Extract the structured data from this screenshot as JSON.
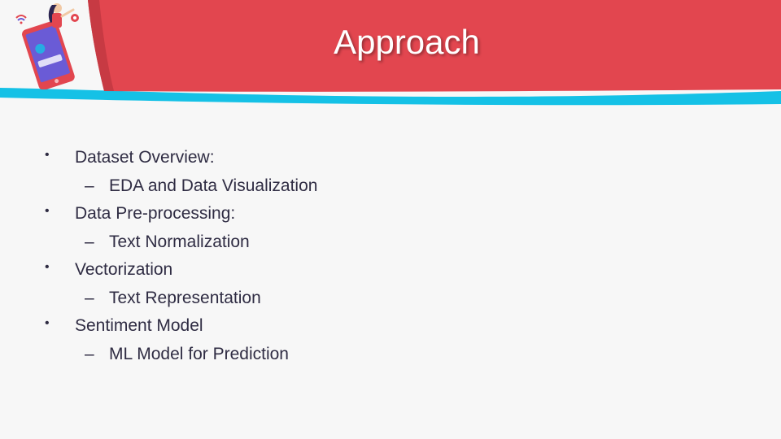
{
  "slide": {
    "title": "Approach",
    "colors": {
      "header_red": "#e2464f",
      "accent_cyan": "#15c1e6",
      "background": "#f7f7f7",
      "text": "#2f2c43"
    },
    "illustration": "woman-with-smartphone-icon",
    "items": [
      {
        "level": 1,
        "marker": "•",
        "text": "Dataset Overview:"
      },
      {
        "level": 2,
        "marker": "–",
        "text": "EDA and Data Visualization"
      },
      {
        "level": 1,
        "marker": "•",
        "text": "Data Pre-processing:"
      },
      {
        "level": 2,
        "marker": "–",
        "text": "Text Normalization"
      },
      {
        "level": 1,
        "marker": "•",
        "text": "Vectorization"
      },
      {
        "level": 2,
        "marker": "–",
        "text": "Text Representation"
      },
      {
        "level": 1,
        "marker": "•",
        "text": "Sentiment Model"
      },
      {
        "level": 2,
        "marker": "–",
        "text": "ML Model for Prediction"
      }
    ]
  }
}
